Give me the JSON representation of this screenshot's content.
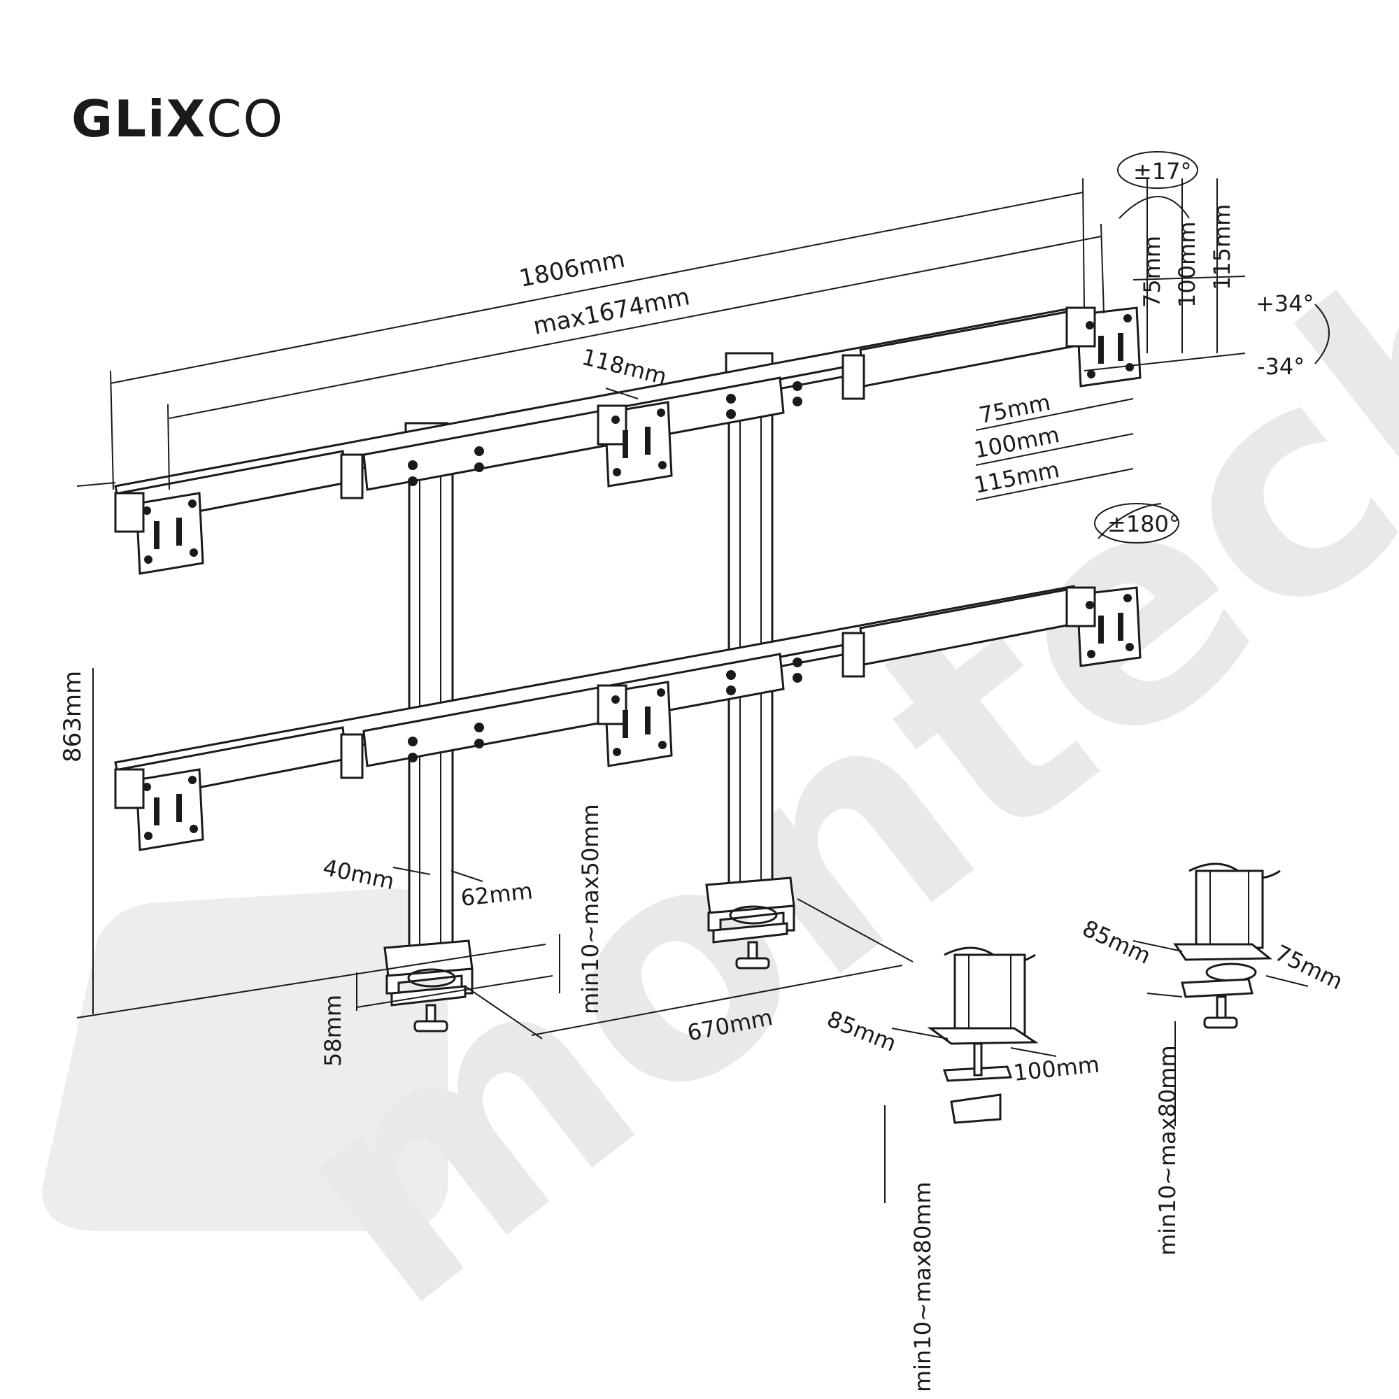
{
  "brand": {
    "part1": "GLiX",
    "part2": "CO"
  },
  "watermark": "montech",
  "dimensions": {
    "overall_width": "1806mm",
    "max_width": "max1674mm",
    "arm_spacing": "118mm",
    "height": "863mm",
    "pole_depth": "40mm",
    "pole_width": "62mm",
    "base_height": "58mm",
    "desk_clamp_main": "min10~max50mm",
    "pole_distance": "670mm",
    "tilt": "±17°",
    "vesa_v_75": "75mm",
    "vesa_v_100": "100mm",
    "vesa_v_115": "115mm",
    "swivel_up": "+34°",
    "swivel_down": "-34°",
    "vesa_h_75": "75mm",
    "vesa_h_100": "100mm",
    "vesa_h_115": "115mm",
    "rotation": "±180°",
    "clamp1_depth": "85mm",
    "clamp1_width": "100mm",
    "clamp1_range": "min10~max80mm",
    "clamp2_depth": "85mm",
    "clamp2_width": "75mm",
    "clamp2_range": "min10~max80mm"
  }
}
